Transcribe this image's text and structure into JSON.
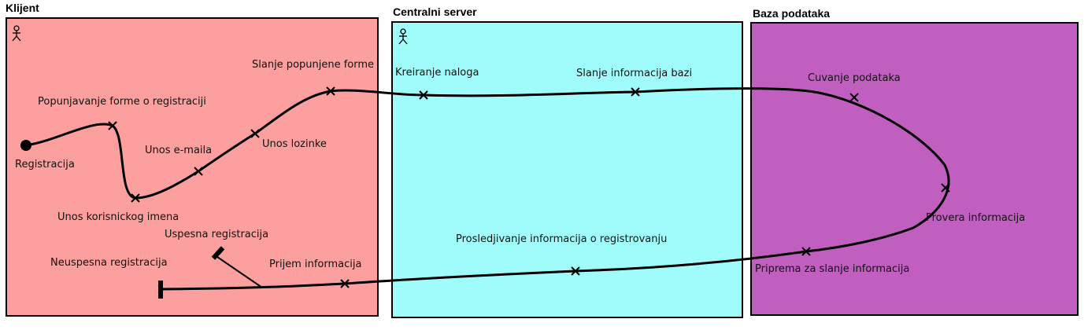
{
  "lanes": [
    {
      "title": "Klijent",
      "color": "#fba09f"
    },
    {
      "title": "Centralni server",
      "color": "#a0fcfb"
    },
    {
      "title": "Baza podataka",
      "color": "#c05fbf"
    }
  ],
  "labels": {
    "registracija": "Registracija",
    "popunjavanje": "Popunjavanje forme o registraciji",
    "unos_email": "Unos e-maila",
    "unos_lozinke": "Unos lozinke",
    "slanje_forme": "Slanje popunjene forme",
    "unos_korisnickog": "Unos korisnickog imena",
    "uspesna": "Uspesna registracija",
    "neuspesna": "Neuspesna registracija",
    "prijem": "Prijem informacija",
    "kreiranje": "Kreiranje naloga",
    "slanje_bazi": "Slanje informacija bazi",
    "prosledjivanje": "Prosledjivanje informacija o registrovanju",
    "cuvanje": "Cuvanje podataka",
    "provera": "Provera informacija",
    "priprema": "Priprema za slanje informacija"
  },
  "icons": {
    "actor": "stick-figure-actor-icon",
    "start": "start-node-icon",
    "end": "end-bar-icon",
    "failure": "failure-tick-icon",
    "step": "x-marker-icon"
  }
}
